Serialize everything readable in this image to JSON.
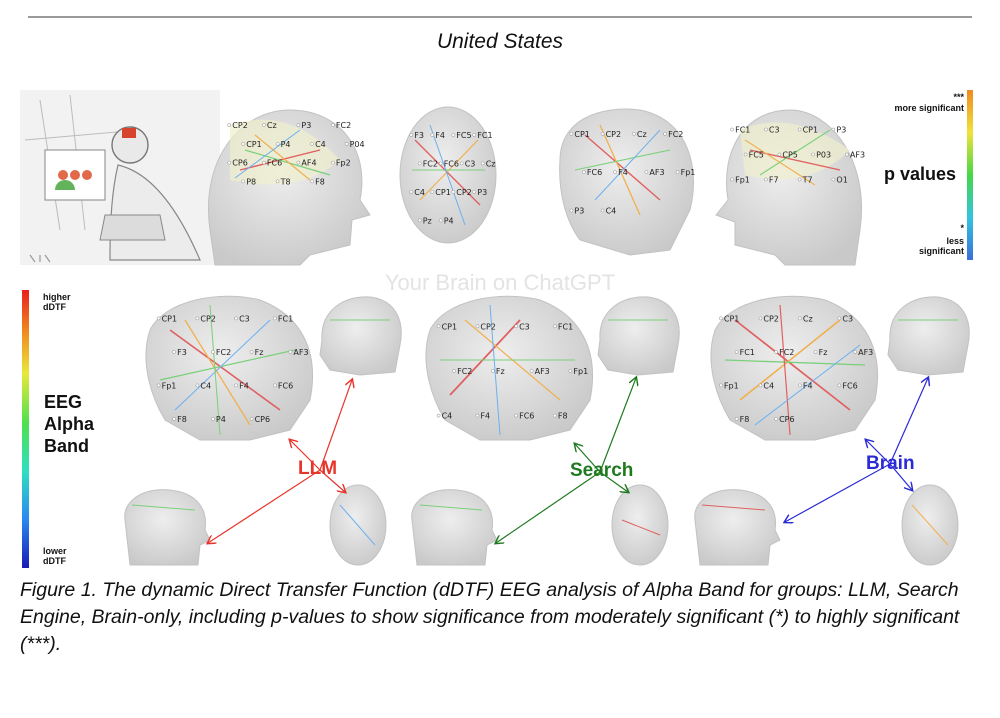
{
  "header": {
    "region_title": "United States"
  },
  "watermark": "Your Brain on ChatGPT",
  "pvalue_legend": {
    "top_marker": "***",
    "top_label": "more significant",
    "title": "p values",
    "bottom_marker": "*",
    "bottom_label": "less significant"
  },
  "dtf_legend": {
    "top_label": "higher dDTF",
    "title_lines": [
      "EEG",
      "Alpha",
      "Band"
    ],
    "bottom_label": "lower dDTF"
  },
  "groups": [
    {
      "label": "LLM",
      "color": "#e8352b"
    },
    {
      "label": "Search",
      "color": "#1f7a1f"
    },
    {
      "label": "Brain",
      "color": "#2a2ad6"
    }
  ],
  "electrode_labels": {
    "top_left": [
      "CP2",
      "Cz",
      "P3",
      "FC2",
      "CP1",
      "P4",
      "C4",
      "P04",
      "CP6",
      "FC6",
      "AF4",
      "Fp2",
      "P8",
      "T8",
      "F8"
    ],
    "top_mid": [
      "F3",
      "F4",
      "FC5",
      "FC1",
      "FC2",
      "FC6",
      "C3",
      "Cz",
      "C4",
      "CP1",
      "CP2",
      "P3",
      "Pz",
      "P4"
    ],
    "top_right_a": [
      "CP1",
      "CP2",
      "Cz",
      "FC2",
      "FC6",
      "F4",
      "AF3",
      "Fp1",
      "P3",
      "C4"
    ],
    "top_right_b": [
      "FC1",
      "C3",
      "CP1",
      "P3",
      "FC5",
      "CP5",
      "P03",
      "AF3",
      "Fp1",
      "F7",
      "T7",
      "O1"
    ],
    "big_a": [
      "CP1",
      "CP2",
      "C3",
      "FC1",
      "F3",
      "FC2",
      "Fz",
      "AF3",
      "Fp1",
      "C4",
      "F4",
      "FC6",
      "F8",
      "P4",
      "CP6"
    ],
    "big_b": [
      "CP1",
      "CP2",
      "C3",
      "FC1",
      "FC2",
      "Fz",
      "AF3",
      "Fp1",
      "C4",
      "F4",
      "FC6",
      "F8"
    ],
    "big_c": [
      "CP1",
      "CP2",
      "Cz",
      "C3",
      "FC1",
      "FC2",
      "Fz",
      "AF3",
      "Fp1",
      "C4",
      "F4",
      "FC6",
      "F8",
      "CP6"
    ]
  },
  "caption": "Figure 1. The dynamic Direct Transfer Function (dDTF) EEG analysis of Alpha Band for groups: LLM, Search Engine, Brain-only, including p-values to show significance from moderately significant (*) to highly significant (***).",
  "colors": {
    "pvalue_bar": [
      "#3a6fd8",
      "#32c4e0",
      "#46d846",
      "#f0e23a",
      "#f08a1e"
    ],
    "dtf_bar": [
      "#1a1ab8",
      "#2a8cf0",
      "#2ee0c0",
      "#4ee04e",
      "#e8e83a",
      "#f08a1e",
      "#e81e1e"
    ],
    "head": "#d9d9d9",
    "head_edge": "#bdbdbd"
  }
}
